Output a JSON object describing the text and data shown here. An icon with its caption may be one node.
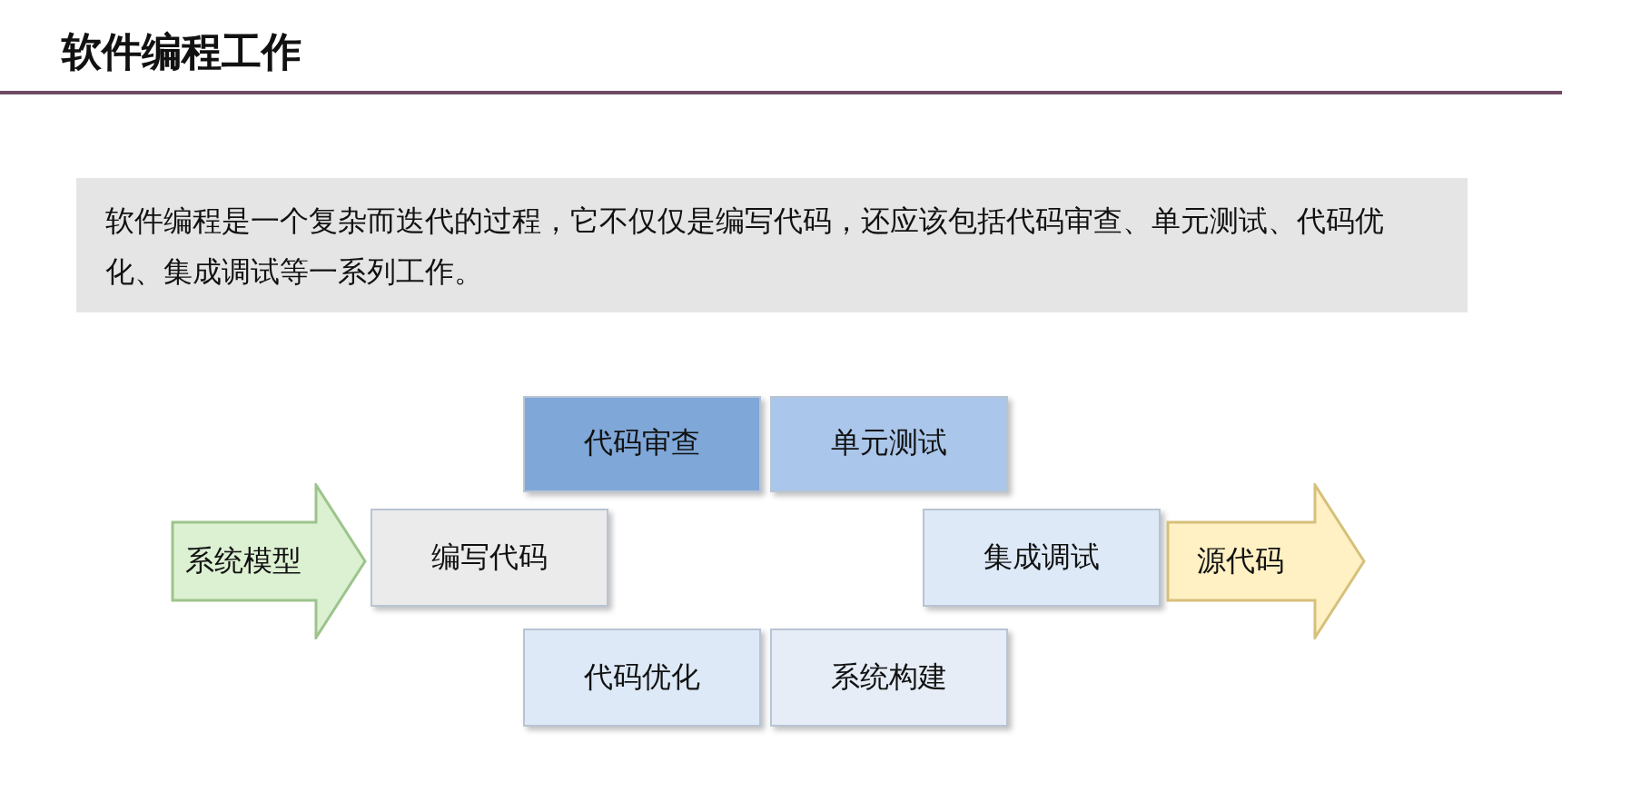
{
  "diagram": {
    "title": "软件编程工作",
    "nodes": [
      {
        "text": [
          "软件编程是一个复杂而迭代的过程，它不仅仅是编写代码，还应该包括代码审查、单元测试、代码优化、集成调试等一系列工作。"
        ]
      },
      {
        "text": [
          "系统模型"
        ]
      },
      {
        "text": [
          "编写代码"
        ]
      },
      {
        "text": [
          "代码审查"
        ]
      },
      {
        "text": [
          "单元测试"
        ]
      },
      {
        "text": [
          "集成调试"
        ]
      },
      {
        "text": [
          "源代码"
        ]
      },
      {
        "text": [
          "代码优化"
        ]
      },
      {
        "text": [
          "系统构建"
        ]
      }
    ]
  }
}
